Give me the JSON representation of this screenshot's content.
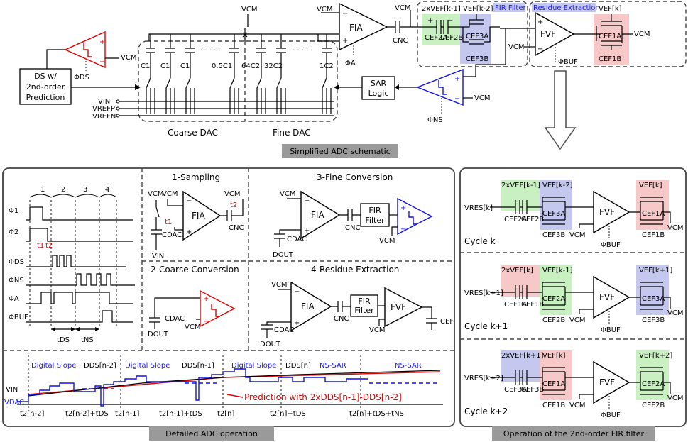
{
  "top": {
    "vcm1": "VCM",
    "vcm2": "VCM",
    "vcm3": "VCM",
    "vcm4": "VCM",
    "vcm5": "VCM",
    "vcm6": "VCM",
    "fia": "FIA",
    "phiA": "ΦA",
    "cnc": "CNC",
    "ds_block": [
      "DS w/",
      "2nd-order",
      "Prediction"
    ],
    "phiDS": "ΦDS",
    "cap_c1": "C1",
    "cap_05c1": "0.5C1",
    "cap_64c2": "64C2",
    "cap_32c2": "32C2",
    "cap_1c2": "1C2",
    "vin": "VIN",
    "vrefp": "VREFP",
    "vrefn": "VREFN",
    "coarse_dac": "Coarse DAC",
    "fine_dac": "Fine DAC",
    "sar_logic": [
      "SAR",
      "Logic"
    ],
    "phiNS": "ΦNS",
    "fir_filter": "FIR Filter",
    "residue": "Residue Extraction",
    "ef_2x": "2xVEF[k-1]",
    "ef_k2": "VEF[k-2]",
    "ef_k": "VEF[k]",
    "cef2a": "CEF2A",
    "cef2b": "CEF2B",
    "cef3a": "CEF3A",
    "cef3b": "CEF3B",
    "cef1a": "CEF1A",
    "cef1b": "CEF1B",
    "fvf": "FVF",
    "phiBUF": "ΦBUF",
    "caption": "Simplified ADC schematic"
  },
  "timing": {
    "phases": [
      "1",
      "2",
      "3",
      "4"
    ],
    "signals": [
      "Φ1",
      "Φ2",
      "ΦDS",
      "ΦNS",
      "ΦA",
      "ΦBUF"
    ],
    "t1": "t1",
    "t2": "t2",
    "tDS": "tDS",
    "tNS": "tNS"
  },
  "steps": {
    "sampling": "1-Sampling",
    "coarse": "2-Coarse Conversion",
    "fine": "3-Fine Conversion",
    "residue": "4-Residue Extraction",
    "fia": "FIA",
    "fir": [
      "FIR",
      "Filter"
    ],
    "fvf": "FVF",
    "vcm": "VCM",
    "vin": "VIN",
    "cdac": "CDAC",
    "cnc": "CNC",
    "dout": "DOUT",
    "cef": "CEF",
    "t1": "t1",
    "t2": "t2"
  },
  "waveform": {
    "labels": [
      "Digital Slope",
      "DDS[n-2]",
      "Digital Slope",
      "DDS[n-1]",
      "Digital Slope",
      "DDS[n]",
      "NS-SAR",
      "NS-SAR"
    ],
    "vin": "VIN",
    "vdac": "VDAC",
    "prediction": "Prediction with 2xDDS[n-1]-DDS[n-2]",
    "ticks": [
      "t2[n-2]",
      "t2[n-2]+tDS",
      "t2[n-1]",
      "t2[n-1]+tDS",
      "t2[n]",
      "t2[n]+tDS",
      "t2[n]+tDS+tNS"
    ]
  },
  "caption_left": "Detailed ADC operation",
  "fir_cycles": {
    "cycles": [
      {
        "vres": "VRES[k]",
        "ef_a": "2xVEF[k-1]",
        "ef_b": "VEF[k-2]",
        "ef_c": "VEF[k]",
        "ca": [
          "CEF2A",
          "CEF2B"
        ],
        "cb": [
          "CEF3A",
          "CEF3B"
        ],
        "cc": [
          "CEF1A",
          "CEF1B"
        ],
        "label": "Cycle k"
      },
      {
        "vres": "VRES[k+1]",
        "ef_a": "2xVEF[k]",
        "ef_b": "VEF[k-1]",
        "ef_c": "VEF[k+1]",
        "ca": [
          "CEF1A",
          "CEF1B"
        ],
        "cb": [
          "CEF2A",
          "CEF2B"
        ],
        "cc": [
          "CEF3A",
          "CEF3B"
        ],
        "label": "Cycle k+1"
      },
      {
        "vres": "VRES[k+2]",
        "ef_a": "2xVEF[k+1]",
        "ef_b": "VEF[k]",
        "ef_c": "VEF[k+2]",
        "ca": [
          "CEF3A",
          "CEF3B"
        ],
        "cb": [
          "CEF1A",
          "CEF1B"
        ],
        "cc": [
          "CEF2A",
          "CEF2B"
        ],
        "label": "Cycle k+2"
      }
    ],
    "fvf": "FVF",
    "vcm": "VCM",
    "phiBUF": "ΦBUF"
  },
  "caption_right": "Operation of the 2nd-order FIR filter",
  "colors": {
    "green": "#c8f0c0",
    "blue": "#c4c8ef",
    "red": "#f7c8c8",
    "pill": "#9a9a9a"
  }
}
